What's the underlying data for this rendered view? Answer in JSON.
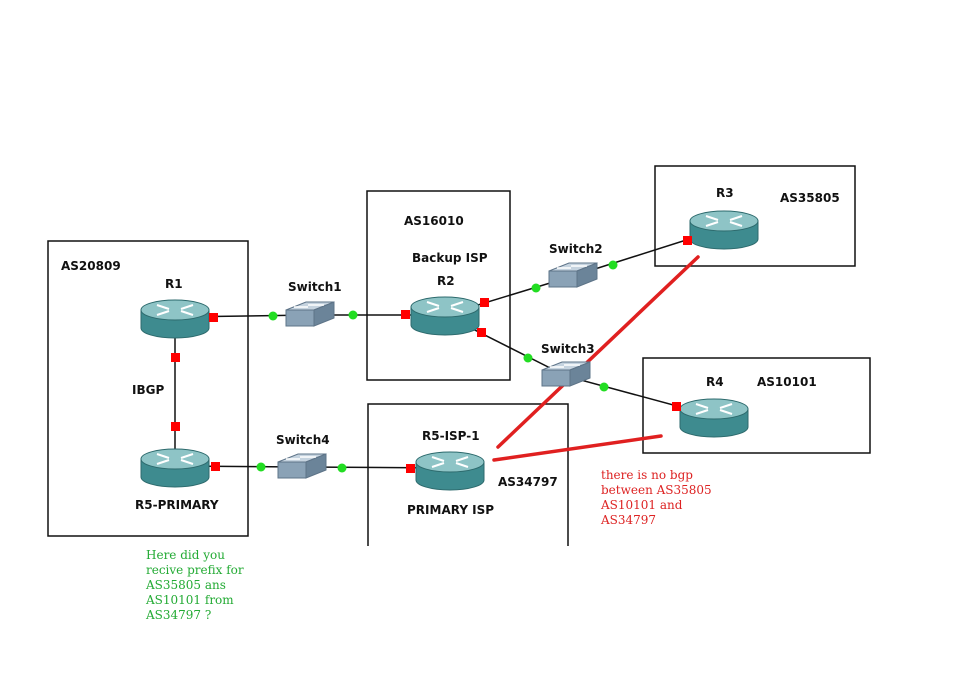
{
  "as_boxes": {
    "as20809": "AS20809",
    "as16010": "AS16010",
    "as35805": "AS35805",
    "as10101": "AS10101",
    "as34797": "AS34797"
  },
  "devices": {
    "r1": "R1",
    "r2": "R2",
    "r3": "R3",
    "r4": "R4",
    "r5_primary": "R5-PRIMARY",
    "r5_isp": "R5-ISP-1",
    "switch1": "Switch1",
    "switch2": "Switch2",
    "switch3": "Switch3",
    "switch4": "Switch4"
  },
  "labels": {
    "ibgp": "IBGP",
    "backup_isp": "Backup ISP",
    "primary_isp": "PRIMARY ISP"
  },
  "notes": {
    "green_lines": [
      "Here did you",
      "recive prefix for",
      "AS35805 ans",
      "AS10101 from",
      "AS34797 ?"
    ],
    "red_lines": [
      "there is no bgp",
      "between AS35805",
      "AS10101 and",
      "AS34797"
    ]
  },
  "colors": {
    "router_body": "#3e8b8f",
    "router_top": "#8ec4c6",
    "switch_body": "#8aa2b6",
    "port_red": "#ff0000",
    "port_green": "#22dd22",
    "note_green": "#22aa33",
    "note_red": "#dd2222",
    "annotation_line": "#e02020"
  }
}
